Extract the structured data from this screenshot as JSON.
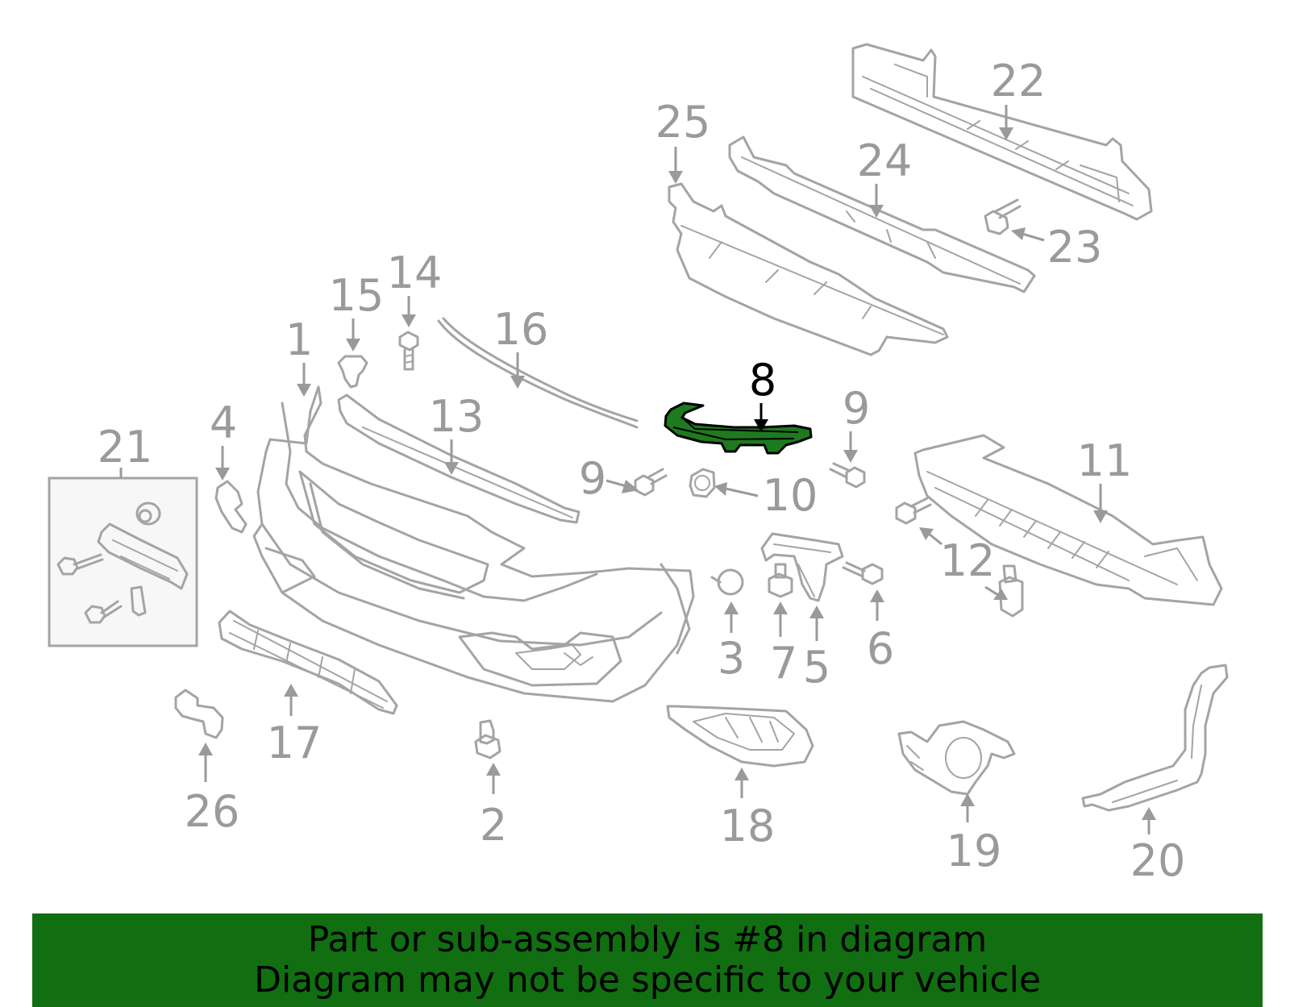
{
  "diagram": {
    "highlighted_part": "8",
    "colors": {
      "line": "#a4a4a4",
      "label": "#9a9a9a",
      "highlight_fill": "#1e7a1e",
      "highlight_label": "#000000",
      "banner_bg": "#116e11",
      "banner_text": "#000000"
    },
    "callouts": [
      {
        "id": "1",
        "label": "1"
      },
      {
        "id": "2",
        "label": "2"
      },
      {
        "id": "3",
        "label": "3"
      },
      {
        "id": "4",
        "label": "4"
      },
      {
        "id": "5",
        "label": "5"
      },
      {
        "id": "6",
        "label": "6"
      },
      {
        "id": "7",
        "label": "7"
      },
      {
        "id": "8",
        "label": "8"
      },
      {
        "id": "9a",
        "label": "9"
      },
      {
        "id": "9b",
        "label": "9"
      },
      {
        "id": "10",
        "label": "10"
      },
      {
        "id": "11",
        "label": "11"
      },
      {
        "id": "12",
        "label": "12"
      },
      {
        "id": "13",
        "label": "13"
      },
      {
        "id": "14",
        "label": "14"
      },
      {
        "id": "15",
        "label": "15"
      },
      {
        "id": "16",
        "label": "16"
      },
      {
        "id": "17",
        "label": "17"
      },
      {
        "id": "18",
        "label": "18"
      },
      {
        "id": "19",
        "label": "19"
      },
      {
        "id": "20",
        "label": "20"
      },
      {
        "id": "21",
        "label": "21"
      },
      {
        "id": "22",
        "label": "22"
      },
      {
        "id": "23",
        "label": "23"
      },
      {
        "id": "24",
        "label": "24"
      },
      {
        "id": "25",
        "label": "25"
      },
      {
        "id": "26",
        "label": "26"
      }
    ]
  },
  "banner": {
    "line1": "Part or sub-assembly is #8 in diagram",
    "line2": "Diagram may not be specific to your vehicle"
  }
}
